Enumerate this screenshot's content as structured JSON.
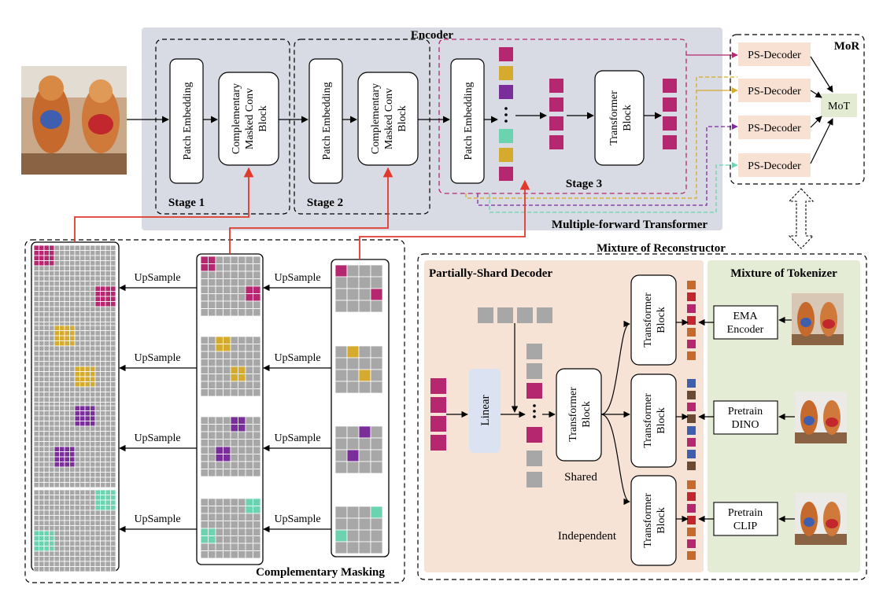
{
  "colors": {
    "magenta": "#b5276f",
    "gold": "#d4aa2f",
    "purple": "#7a2e9a",
    "teal": "#6cd3b0",
    "gray": "#a7a7a7",
    "encoder_bg": "#d8dbe3",
    "decoder_bg": "#f6e3d6",
    "tokenizer_bg": "#e4ecd5",
    "ps_decoder_bg": "#f8e1d3",
    "mot_bg": "#e3ecd3",
    "linear_bg": "#dbe3f3",
    "arrow_red": "#e0392b"
  },
  "encoder": {
    "title": "Encoder",
    "stage1": {
      "label": "Stage 1",
      "block_a": "Patch Embedding",
      "block_b": [
        "Complementary",
        "Masked Conv",
        "Block"
      ]
    },
    "stage2": {
      "label": "Stage 2",
      "block_a": "Patch Embedding",
      "block_b": [
        "Complementary",
        "Masked Conv",
        "Block"
      ]
    },
    "stage3": {
      "label": "Stage 3",
      "block_a": "Patch Embedding",
      "block_b": [
        "Transformer",
        "Block"
      ]
    },
    "mft_label": "Multiple-forward Transformer",
    "input_image": "shiba-dogs-photo"
  },
  "mor": {
    "title": "MoR",
    "ps_decoders": [
      "PS-Decoder",
      "PS-Decoder",
      "PS-Decoder",
      "PS-Decoder"
    ],
    "mot": "MoT"
  },
  "masking": {
    "title": "Complementary Masking",
    "upsample_labels": [
      "UpSample",
      "UpSample",
      "UpSample",
      "UpSample",
      "UpSample",
      "UpSample",
      "UpSample",
      "UpSample"
    ]
  },
  "reconstructor": {
    "title": "Mixture of Reconstructor",
    "decoder_title": "Partially-Shard Decoder",
    "tokenizer_title": "Mixture of Tokenizer",
    "linear": "Linear",
    "shared_block": [
      "Transformer",
      "Block"
    ],
    "shared_label": "Shared",
    "independent_label": "Independent",
    "indep_blocks": [
      [
        "Transformer",
        "Block"
      ],
      [
        "Transformer",
        "Block"
      ],
      [
        "Transformer",
        "Block"
      ]
    ],
    "tokenizers": [
      [
        "EMA",
        "Encoder"
      ],
      [
        "Pretrain",
        "DINO"
      ],
      [
        "Pretrain",
        "CLIP"
      ]
    ]
  }
}
